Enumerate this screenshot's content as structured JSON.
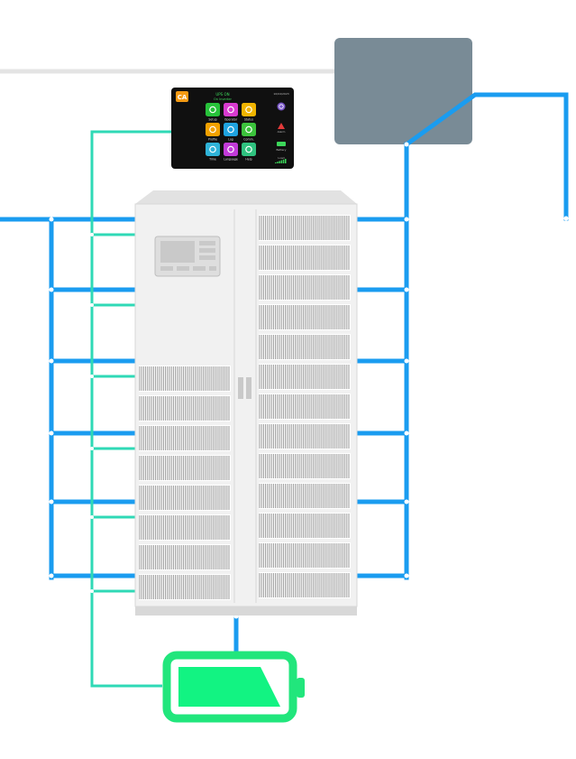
{
  "colors": {
    "power_line": "#1a9cf0",
    "signal_line": "#2fd9b6",
    "cabinet": "#f1f1f1",
    "cabinet_shadow": "#d8d8d8",
    "vent": "#9a9a9a",
    "bypass_box": "#798b96",
    "battery": "#21e67c",
    "battery_fill": "#12f382",
    "hmi_bg": "#101010",
    "overhead_line": "#e4e4e4"
  },
  "hmi": {
    "logo": "CA",
    "header_line1": "UPS ON",
    "header_line2": "On Inverter",
    "time_label": "10/04/2023",
    "tiles": [
      {
        "label": "Setup",
        "color": "#27c23a",
        "icon": "setup-icon"
      },
      {
        "label": "Operator",
        "color": "#d93ad0",
        "icon": "play-icon"
      },
      {
        "label": "Status",
        "color": "#f0b400",
        "icon": "wave-icon"
      },
      {
        "label": "Profile",
        "color": "#f2a100",
        "icon": "profile-icon"
      },
      {
        "label": "Log",
        "color": "#1fa3e0",
        "icon": "log-icon"
      },
      {
        "label": "Comm.",
        "color": "#3cc33c",
        "icon": "comm-icon"
      },
      {
        "label": "Time",
        "color": "#2fb3d8",
        "icon": "clock-icon"
      },
      {
        "label": "Language",
        "color": "#c23ad8",
        "icon": "language-icon"
      },
      {
        "label": "Help",
        "color": "#2fc27f",
        "icon": "help-icon"
      }
    ],
    "side": [
      {
        "label": "",
        "icon": "power-icon"
      },
      {
        "label": "Alarm",
        "icon": "alarm-icon"
      },
      {
        "label": "Battery",
        "icon": "battery-status-icon"
      },
      {
        "label": "Load",
        "icon": "load-bars-icon"
      }
    ]
  }
}
